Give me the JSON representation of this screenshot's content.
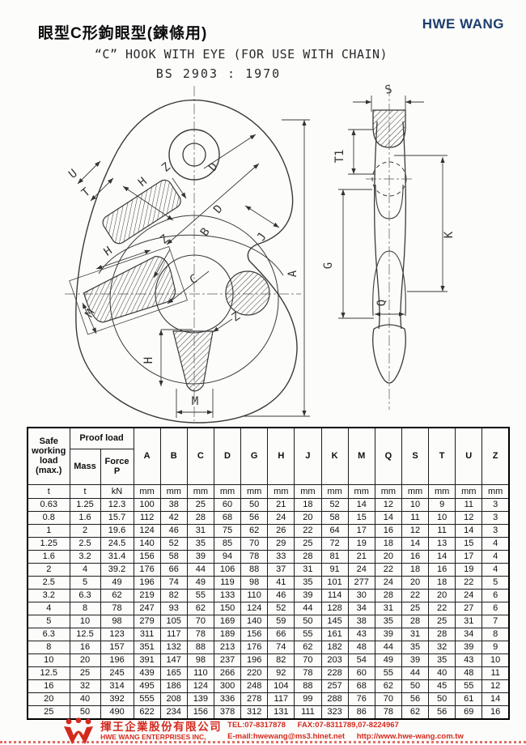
{
  "header": {
    "title_zh": "眼型C形鉤眼型(鍊條用)",
    "brand": "HWE WANG",
    "title_en": "“C” HOOK WITH EYE (FOR USE WITH CHAIN)",
    "standard": "BS 2903 : 1970"
  },
  "drawing": {
    "labels": {
      "a": "A",
      "b": "B",
      "c": "C",
      "d": "D",
      "g": "G",
      "h": "H",
      "j": "J",
      "k": "K",
      "m": "M",
      "q": "Q",
      "s": "S",
      "t": "T",
      "t1": "T1",
      "u": "U",
      "z": "Z"
    }
  },
  "table": {
    "header": {
      "swl": "Safe working load (max.)",
      "proof_load": "Proof load",
      "mass": "Mass",
      "force": "Force P",
      "dims": [
        "A",
        "B",
        "C",
        "D",
        "G",
        "H",
        "J",
        "K",
        "M",
        "Q",
        "S",
        "T",
        "U",
        "Z"
      ]
    },
    "units": [
      "t",
      "t",
      "kN",
      "mm",
      "mm",
      "mm",
      "mm",
      "mm",
      "mm",
      "mm",
      "mm",
      "mm",
      "mm",
      "mm",
      "mm",
      "mm",
      "mm"
    ],
    "rows": [
      [
        "0.63",
        "1.25",
        "12.3",
        "100",
        "38",
        "25",
        "60",
        "50",
        "21",
        "18",
        "52",
        "14",
        "12",
        "10",
        "9",
        "11",
        "3"
      ],
      [
        "0.8",
        "1.6",
        "15.7",
        "112",
        "42",
        "28",
        "68",
        "56",
        "24",
        "20",
        "58",
        "15",
        "14",
        "11",
        "10",
        "12",
        "3"
      ],
      [
        "1",
        "2",
        "19.6",
        "124",
        "46",
        "31",
        "75",
        "62",
        "26",
        "22",
        "64",
        "17",
        "16",
        "12",
        "11",
        "14",
        "3"
      ],
      [
        "1.25",
        "2.5",
        "24.5",
        "140",
        "52",
        "35",
        "85",
        "70",
        "29",
        "25",
        "72",
        "19",
        "18",
        "14",
        "13",
        "15",
        "4"
      ],
      [
        "1.6",
        "3.2",
        "31.4",
        "156",
        "58",
        "39",
        "94",
        "78",
        "33",
        "28",
        "81",
        "21",
        "20",
        "16",
        "14",
        "17",
        "4"
      ],
      [
        "2",
        "4",
        "39.2",
        "176",
        "66",
        "44",
        "106",
        "88",
        "37",
        "31",
        "91",
        "24",
        "22",
        "18",
        "16",
        "19",
        "4"
      ],
      [
        "2.5",
        "5",
        "49",
        "196",
        "74",
        "49",
        "119",
        "98",
        "41",
        "35",
        "101",
        "277",
        "24",
        "20",
        "18",
        "22",
        "5"
      ],
      [
        "3.2",
        "6.3",
        "62",
        "219",
        "82",
        "55",
        "133",
        "110",
        "46",
        "39",
        "114",
        "30",
        "28",
        "22",
        "20",
        "24",
        "6"
      ],
      [
        "4",
        "8",
        "78",
        "247",
        "93",
        "62",
        "150",
        "124",
        "52",
        "44",
        "128",
        "34",
        "31",
        "25",
        "22",
        "27",
        "6"
      ],
      [
        "5",
        "10",
        "98",
        "279",
        "105",
        "70",
        "169",
        "140",
        "59",
        "50",
        "145",
        "38",
        "35",
        "28",
        "25",
        "31",
        "7"
      ],
      [
        "6.3",
        "12.5",
        "123",
        "311",
        "117",
        "78",
        "189",
        "156",
        "66",
        "55",
        "161",
        "43",
        "39",
        "31",
        "28",
        "34",
        "8"
      ],
      [
        "8",
        "16",
        "157",
        "351",
        "132",
        "88",
        "213",
        "176",
        "74",
        "62",
        "182",
        "48",
        "44",
        "35",
        "32",
        "39",
        "9"
      ],
      [
        "10",
        "20",
        "196",
        "391",
        "147",
        "98",
        "237",
        "196",
        "82",
        "70",
        "203",
        "54",
        "49",
        "39",
        "35",
        "43",
        "10"
      ],
      [
        "12.5",
        "25",
        "245",
        "439",
        "165",
        "110",
        "266",
        "220",
        "92",
        "78",
        "228",
        "60",
        "55",
        "44",
        "40",
        "48",
        "11"
      ],
      [
        "16",
        "32",
        "314",
        "495",
        "186",
        "124",
        "300",
        "248",
        "104",
        "88",
        "257",
        "68",
        "62",
        "50",
        "45",
        "55",
        "12"
      ],
      [
        "20",
        "40",
        "392",
        "555",
        "208",
        "139",
        "336",
        "278",
        "117",
        "99",
        "288",
        "76",
        "70",
        "56",
        "50",
        "61",
        "14"
      ],
      [
        "25",
        "50",
        "490",
        "622",
        "234",
        "156",
        "378",
        "312",
        "131",
        "111",
        "323",
        "86",
        "78",
        "62",
        "56",
        "69",
        "16"
      ]
    ]
  },
  "footer": {
    "company_zh": "揮王企業股份有限公司",
    "company_en": "HWE WANG ENTERPRISES INC,",
    "tel": "TEL:07-8317878",
    "fax": "FAX:07-8311789,07-8224967",
    "email": "E-mail:hwewang@ms3.hinet.net",
    "website": "http://www.hwe-wang.com.tw"
  },
  "colors": {
    "brand_blue": "#1d3e6c",
    "logo_red": "#d42a1d",
    "line": "#3a3a3a"
  }
}
